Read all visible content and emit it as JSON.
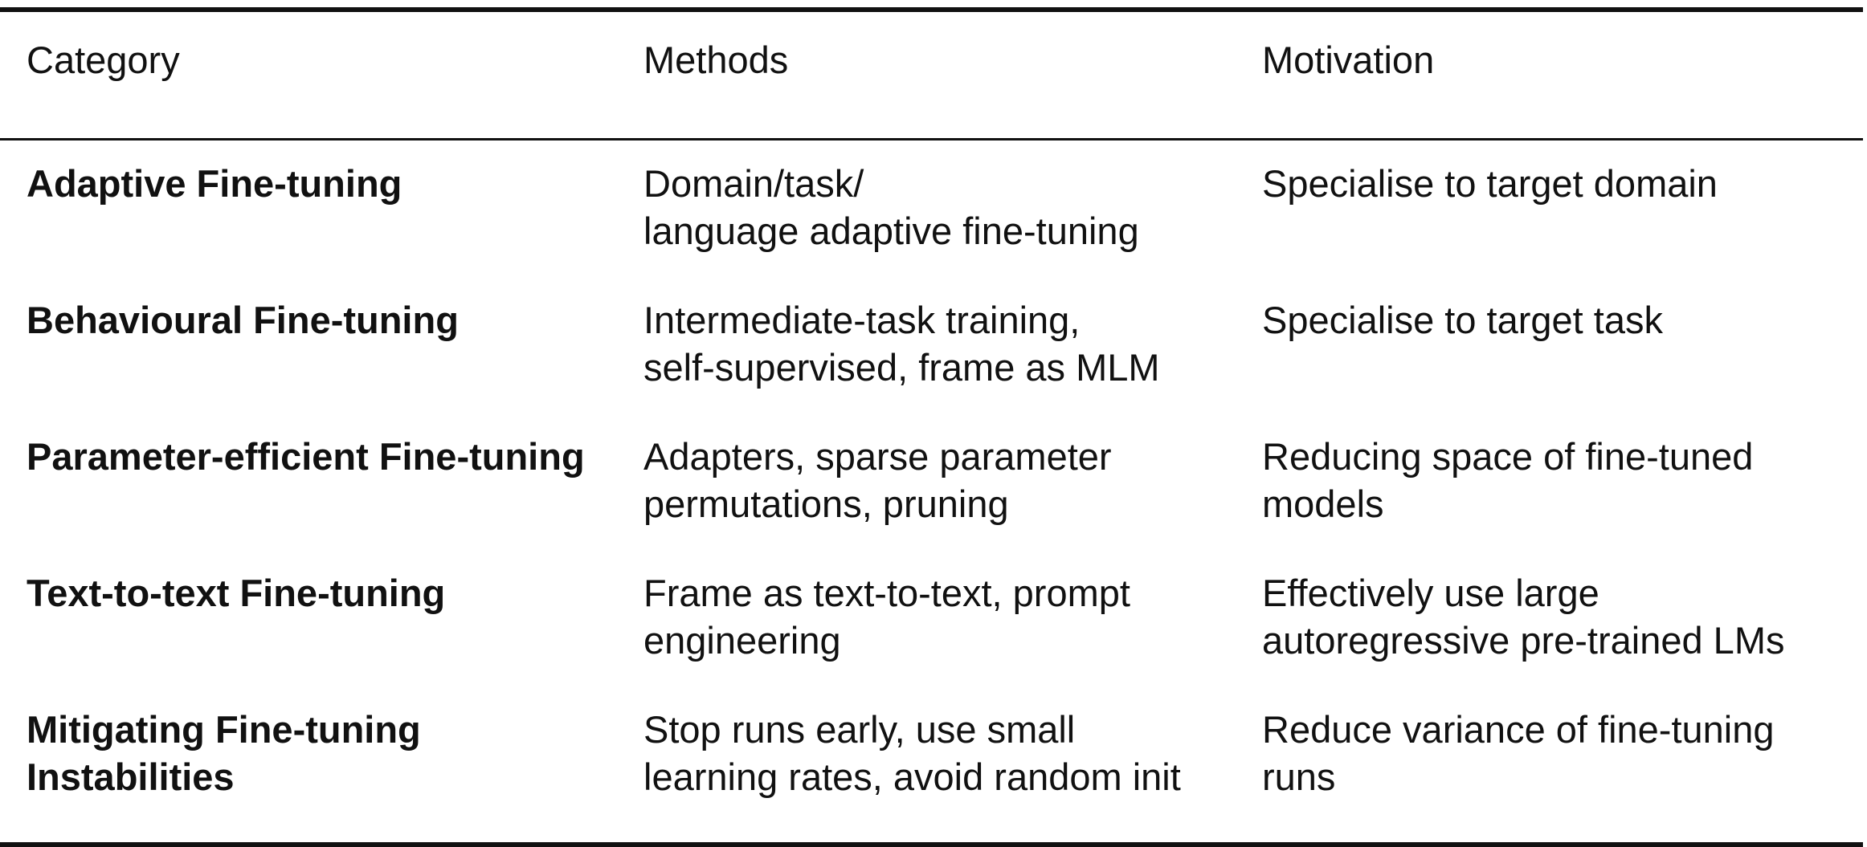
{
  "table": {
    "headers": [
      "Category",
      "Methods",
      "Motivation"
    ],
    "rows": [
      {
        "category": [
          "Adaptive Fine-tuning"
        ],
        "methods": [
          "Domain/task/",
          "language adaptive fine-tuning"
        ],
        "motivation": [
          "Specialise to target domain"
        ]
      },
      {
        "category": [
          "Behavioural Fine-tuning"
        ],
        "methods": [
          "Intermediate-task training,",
          "self-supervised, frame as MLM"
        ],
        "motivation": [
          "Specialise to target task"
        ]
      },
      {
        "category": [
          "Parameter-efficient Fine-tuning"
        ],
        "methods": [
          "Adapters, sparse parameter",
          "permutations, pruning"
        ],
        "motivation": [
          "Reducing space of fine-tuned",
          "models"
        ]
      },
      {
        "category": [
          "Text-to-text Fine-tuning"
        ],
        "methods": [
          "Frame as text-to-text, prompt",
          "engineering"
        ],
        "motivation": [
          "Effectively use large",
          "autoregressive pre-trained LMs"
        ]
      },
      {
        "category": [
          "Mitigating Fine-tuning",
          "Instabilities"
        ],
        "methods": [
          "Stop runs early, use small",
          "learning rates, avoid random init"
        ],
        "motivation": [
          "Reduce variance of fine-tuning",
          "runs"
        ]
      }
    ]
  }
}
